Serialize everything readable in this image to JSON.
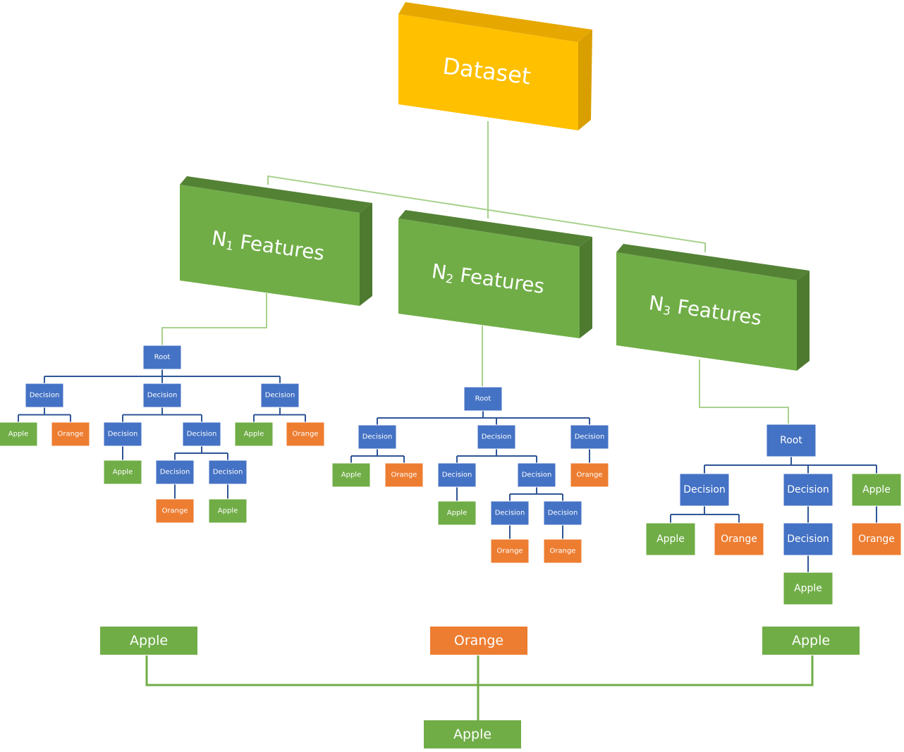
{
  "colors": {
    "dataset": "#FFC000",
    "feature": "#70AD47",
    "decision": "#4472C4",
    "apple": "#70AD47",
    "orange": "#ED7D31",
    "tree_line": "#2F5597",
    "connector": "#A9D18E",
    "vote_line": "#70AD47"
  },
  "dataset": {
    "label": "Dataset"
  },
  "features": [
    {
      "prefix": "N",
      "subscript": "1",
      "suffix": " Features"
    },
    {
      "prefix": "N",
      "subscript": "2",
      "suffix": " Features"
    },
    {
      "prefix": "N",
      "subscript": "3",
      "suffix": " Features"
    }
  ],
  "trees": [
    {
      "label": "Root",
      "kind": "decision",
      "children": [
        {
          "label": "Decision",
          "kind": "decision",
          "children": [
            {
              "label": "Apple",
              "kind": "apple"
            },
            {
              "label": "Orange",
              "kind": "orange"
            }
          ]
        },
        {
          "label": "Decision",
          "kind": "decision",
          "children": [
            {
              "label": "Decision",
              "kind": "decision",
              "children": [
                {
                  "label": "Apple",
                  "kind": "apple"
                }
              ]
            },
            {
              "label": "Decision",
              "kind": "decision",
              "children": [
                {
                  "label": "Decision",
                  "kind": "decision",
                  "children": [
                    {
                      "label": "Orange",
                      "kind": "orange"
                    }
                  ]
                },
                {
                  "label": "Decision",
                  "kind": "decision",
                  "children": [
                    {
                      "label": "Apple",
                      "kind": "apple"
                    }
                  ]
                }
              ]
            }
          ]
        },
        {
          "label": "Decision",
          "kind": "decision",
          "children": [
            {
              "label": "Apple",
              "kind": "apple"
            },
            {
              "label": "Orange",
              "kind": "orange"
            }
          ]
        }
      ]
    },
    {
      "label": "Root",
      "kind": "decision",
      "children": [
        {
          "label": "Decision",
          "kind": "decision",
          "children": [
            {
              "label": "Apple",
              "kind": "apple"
            },
            {
              "label": "Orange",
              "kind": "orange"
            }
          ]
        },
        {
          "label": "Decision",
          "kind": "decision",
          "children": [
            {
              "label": "Decision",
              "kind": "decision",
              "children": [
                {
                  "label": "Apple",
                  "kind": "apple"
                }
              ]
            },
            {
              "label": "Decision",
              "kind": "decision",
              "children": [
                {
                  "label": "Decision",
                  "kind": "decision",
                  "children": [
                    {
                      "label": "Orange",
                      "kind": "orange"
                    }
                  ]
                },
                {
                  "label": "Decision",
                  "kind": "decision",
                  "children": [
                    {
                      "label": "Orange",
                      "kind": "orange"
                    }
                  ]
                }
              ]
            }
          ]
        },
        {
          "label": "Decision",
          "kind": "decision",
          "children": [
            {
              "label": "Orange",
              "kind": "orange"
            }
          ]
        }
      ]
    },
    {
      "label": "Root",
      "kind": "decision",
      "children": [
        {
          "label": "Decision",
          "kind": "decision",
          "children": [
            {
              "label": "Apple",
              "kind": "apple"
            },
            {
              "label": "Orange",
              "kind": "orange"
            }
          ]
        },
        {
          "label": "Decision",
          "kind": "decision",
          "children": [
            {
              "label": "Decision",
              "kind": "decision",
              "children": [
                {
                  "label": "Apple",
                  "kind": "apple"
                }
              ]
            }
          ]
        },
        {
          "label": "Apple",
          "kind": "apple",
          "children": [
            {
              "label": "Orange",
              "kind": "orange"
            }
          ]
        }
      ]
    }
  ],
  "tree_results": [
    {
      "label": "Apple",
      "kind": "apple"
    },
    {
      "label": "Orange",
      "kind": "orange"
    },
    {
      "label": "Apple",
      "kind": "apple"
    }
  ],
  "final_result": {
    "label": "Apple",
    "kind": "apple"
  }
}
